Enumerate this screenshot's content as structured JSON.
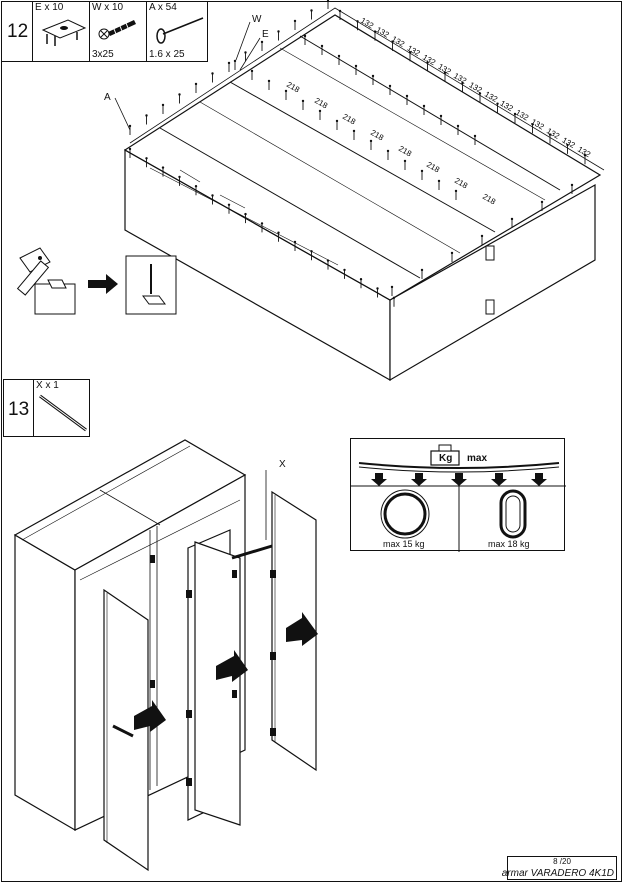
{
  "step12": {
    "number": "12",
    "parts": [
      {
        "label": "E x 10",
        "sub": ""
      },
      {
        "label": "W x 10",
        "sub": "3x25"
      },
      {
        "label": "A x 54",
        "sub": "1.6 x 25"
      }
    ]
  },
  "callouts": {
    "w": "W",
    "e": "E",
    "a": "A",
    "x": "X"
  },
  "measurements": {
    "long": "132",
    "short": "218",
    "long_count": 15,
    "short_count": 8
  },
  "step13": {
    "number": "13",
    "part_label": "X x 1"
  },
  "load_info": {
    "weight_unit": "Kg",
    "max_word": "max",
    "left_caption": "max 15 kg",
    "right_caption": "max 18 kg"
  },
  "footer": {
    "page": "8 /20",
    "model": "armar VARADERO 4K1D"
  }
}
